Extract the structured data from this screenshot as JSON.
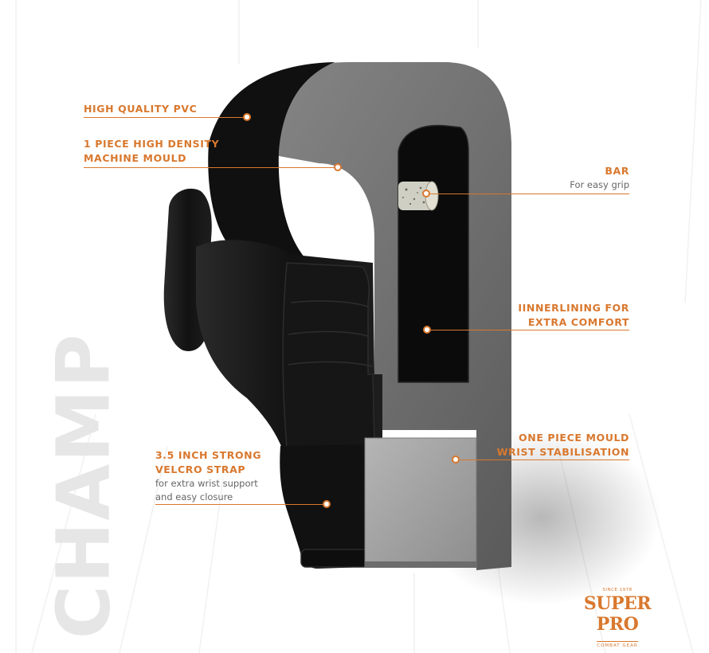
{
  "watermark": "CHAMP",
  "callouts": {
    "pvc": {
      "title1": "HIGH QUALITY PVC"
    },
    "mould": {
      "title1": "1 PIECE HIGH DENSITY",
      "title2": "MACHINE MOULD"
    },
    "bar": {
      "title1": "BAR",
      "sub1": "For easy grip"
    },
    "lining": {
      "title1": "IINNERLINING FOR",
      "title2": "EXTRA COMFORT"
    },
    "wrist": {
      "title1": "ONE PIECE MOULD",
      "title2": "WRIST STABILISATION"
    },
    "strap": {
      "title1": "3.5 INCH STRONG",
      "title2": "VELCRO STRAP",
      "sub1": "for extra wrist support",
      "sub2": "and easy closure"
    }
  },
  "logo": {
    "since": "SINCE 1978",
    "name": "SUPER PRO",
    "tagline": "COMBAT GEAR"
  },
  "colors": {
    "accent": "#d9782e",
    "glove": "#141414",
    "foam": "#6e6e6e",
    "lining": "#0c0c0c",
    "watermark": "#e6e6e6"
  }
}
